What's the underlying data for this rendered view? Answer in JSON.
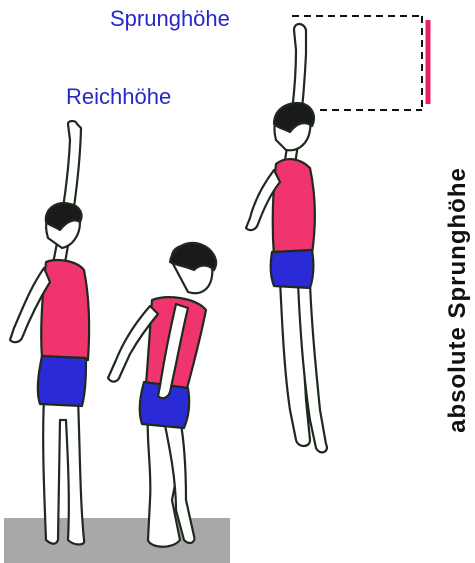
{
  "labels": {
    "sprunghoehe": "Sprunghöhe",
    "reichhoehe": "Reichhöhe",
    "absolute_sprunghoehe": "absolute Sprunghöhe"
  },
  "colors": {
    "label_blue": "#2828c8",
    "shirt_pink": "#f0346e",
    "shorts_blue": "#2a2ad6",
    "hair": "#1a1a1a",
    "outline": "#1e2a1e",
    "floor_gray": "#a8a8a8",
    "marker_pink": "#e8206a",
    "text_dark": "#111111"
  },
  "figures": [
    {
      "role": "standing reach"
    },
    {
      "role": "crouch before jump"
    },
    {
      "role": "jump at peak"
    }
  ]
}
